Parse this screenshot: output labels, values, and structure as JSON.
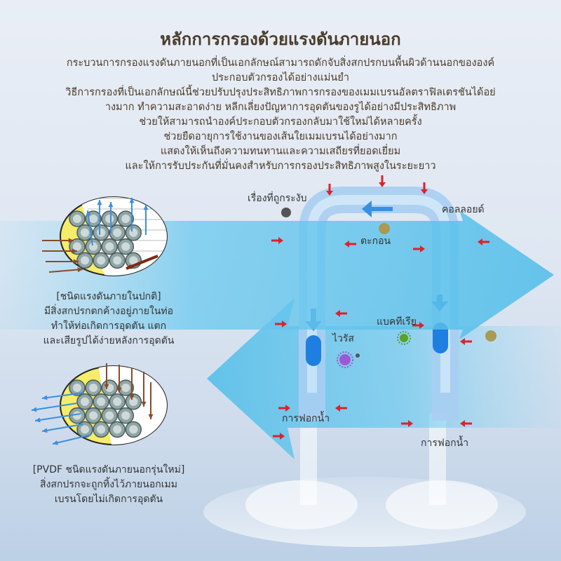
{
  "title": "หลักการกรองด้วยแรงดันภายนอก",
  "intro": [
    "กระบวนการกรองแรงดันภายนอกที่เป็นเอกลักษณ์สามารถดักจับสิ่งสกปรกบนพื้นผิวด้านนอกขององค์",
    "ประกอบตัวกรองได้อย่างแม่นยำ",
    "วิธีการกรองที่เป็นเอกลักษณ์นี้ช่วยปรับปรุงประสิทธิภาพการกรองของเมมเบรนอัลตราฟิลเตรชันได้อย่",
    "างมาก ทำความสะอาดง่าย หลีกเลี่ยงปัญหาการอุดตันของรูได้อย่างมีประสิทธิภาพ",
    "ช่วยให้สามารถนำองค์ประกอบตัวกรองกลับมาใช้ใหม่ได้หลายครั้ง",
    "ช่วยยืดอายุการใช้งานของเส้นใยเมมเบรนได้อย่างมาก",
    "แสดงให้เห็นถึงความทนทานและความเสถียรที่ยอดเยี่ยม",
    "และให้การรับประกันที่มั่นคงสำหรับการกรองประสิทธิภาพสูงในระยะยาว"
  ],
  "labels": {
    "suspended": "เรื่องที่ถูกระงับ",
    "colloid": "คอลลอยด์",
    "sediment": "ตะกอน",
    "virus": "ไวรัส",
    "bacteria": "แบคทีเรีย",
    "purified_left": "การฟอกน้ำ",
    "purified_right": "การฟอกน้ำ"
  },
  "normal": {
    "heading": "[ชนิดแรงดันภายในปกติ]",
    "lines": [
      "มีสิ่งสกปรกตกค้างอยู่ภายในท่อ",
      "ทำให้ท่อเกิดการอุดตัน แตก",
      "และเสียรูปได้ง่ายหลังการอุดตัน"
    ]
  },
  "pvdf": {
    "heading": "[PVDF ชนิดแรงดันภายนอกรุ่นใหม่]",
    "lines": [
      "สิ่งสกปรกจะถูกทิ้งไว้ภายนอกเมม",
      "เบรนโดยไม่เกิดการอุดตัน"
    ]
  },
  "colors": {
    "arrow_blue": "#5fc6ee",
    "pressure_red": "#e0202a",
    "flow_arrow_blue": "#3a8fe0",
    "fiber": "#8fa6a6",
    "membrane_tube": "#a9cff2",
    "ellipse_fill": "#f5ec6a"
  }
}
